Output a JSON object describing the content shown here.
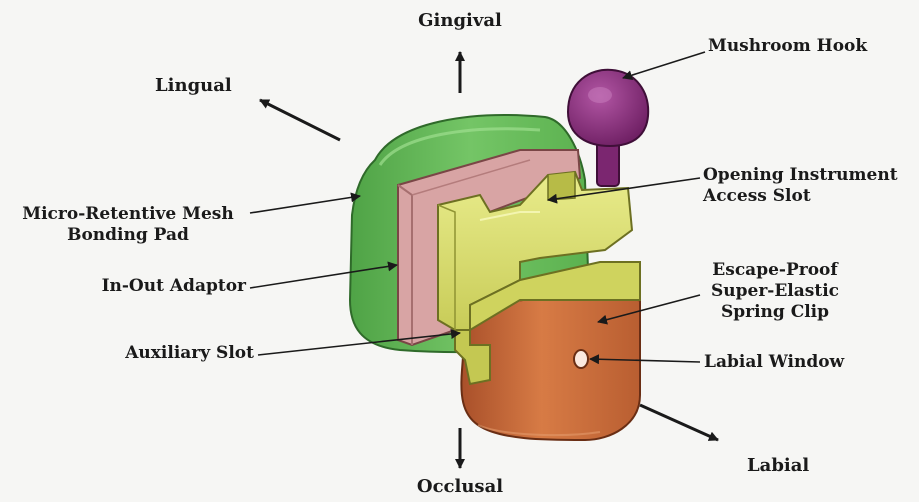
{
  "directions": {
    "gingival": "Gingival",
    "occlusal": "Occlusal",
    "lingual": "Lingual",
    "labial": "Labial"
  },
  "labels": {
    "mushroom_hook": "Mushroom Hook",
    "opening_slot_line1": "Opening Instrument",
    "opening_slot_line2": "Access Slot",
    "mesh_pad_line1": "Micro-Retentive Mesh",
    "mesh_pad_line2": "Bonding Pad",
    "in_out_adaptor": "In-Out Adaptor",
    "auxiliary_slot": "Auxiliary Slot",
    "spring_clip_line1": "Escape-Proof",
    "spring_clip_line2": "Super-Elastic",
    "spring_clip_line3": "Spring Clip",
    "labial_window": "Labial Window"
  },
  "colors": {
    "bonding_pad": "#6bbf5a",
    "adaptor": "#d9a6a6",
    "bracket_body": "#d9dd6e",
    "spring_clip": "#c8693a",
    "mushroom_hook": "#8a2d7e",
    "arrow": "#1a1a1a"
  }
}
